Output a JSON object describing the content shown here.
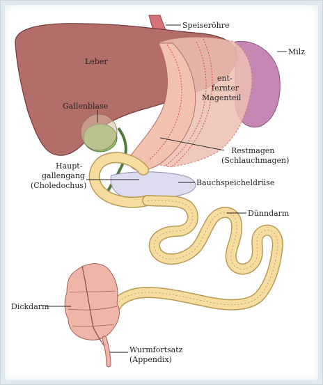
{
  "labels": {
    "speiseroehre": "Speiseröhre",
    "milz": "Milz",
    "leber": "Leber",
    "entfernter_1": "ent-",
    "entfernter_2": "fernter",
    "entfernter_3": "Magenteil",
    "gallenblase": "Gallenblase",
    "restmagen_1": "Restmagen",
    "restmagen_2": "(Schlauchmagen)",
    "hauptgallengang_1": "Haupt-",
    "hauptgallengang_2": "gallengang",
    "hauptgallengang_3": "(Choledochus)",
    "bauchspeicheldruese": "Bauchspeicheldrüse",
    "duenndarm": "Dünndarm",
    "dickdarm": "Dickdarm",
    "wurmfortsatz_1": "Wurmfortsatz",
    "wurmfortsatz_2": "(Appendix)"
  },
  "colors": {
    "liver": "#b46e6a",
    "stomach_remaining": "#f2c2b0",
    "stomach_removed": "#ecc0b3",
    "spleen": "#c588b4",
    "gallbladder": "#93c56e",
    "pancreas": "#dcdcee",
    "intestine": "#f7dca0",
    "colon": "#efb5a8",
    "esophagus": "#d4737a"
  }
}
